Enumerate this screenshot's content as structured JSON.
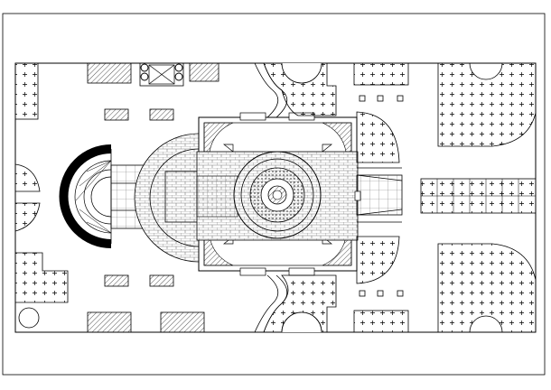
{
  "drawing": {
    "colors": {
      "background": "#ffffff",
      "line": "#000000",
      "hatch": "#555555",
      "pavement": "#888888"
    },
    "elements": [
      "drawing-frame",
      "site-boundary",
      "lawn-north-west",
      "lawn-west",
      "lawn-south-west",
      "hatched-bed-north-1",
      "pergola-north",
      "hatched-bed-north-2",
      "hatched-bed-mid-1",
      "hatched-bed-mid-2",
      "hatched-bed-south-mid-1",
      "hatched-bed-south-mid-2",
      "hatched-bed-south-1",
      "hatched-bed-south-2",
      "round-planter-south-west",
      "semicircular-stair-west",
      "west-stair-landing",
      "brick-rotunda-west",
      "central-building",
      "central-brick-plaza",
      "circular-fountain",
      "east-ramp",
      "lawn-east-north",
      "lawn-east-south",
      "east-planters-north",
      "east-planters-south",
      "meandering-path-north",
      "meandering-path-south",
      "lawn-central-north",
      "lawn-central-south",
      "lawn-far-east-north",
      "lawn-far-east-south",
      "paving-strip-east",
      "square-posts"
    ]
  }
}
